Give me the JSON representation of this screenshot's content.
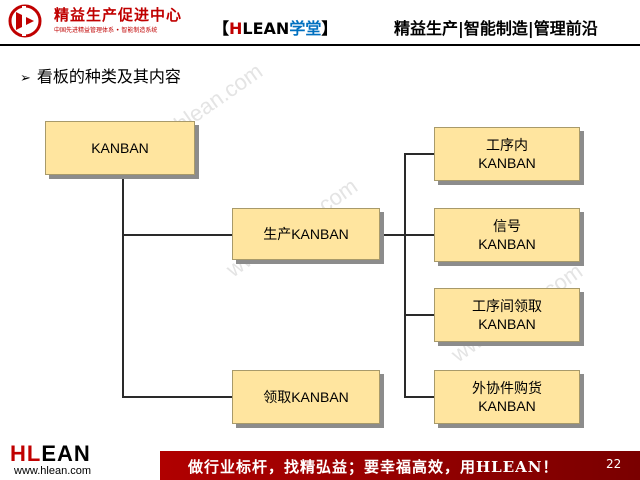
{
  "header": {
    "logo_title": "精益生产促进中心",
    "logo_subtitle": "中国先进精益管理体系 • 智能制造系统",
    "brand_open": "【",
    "brand_h": "H",
    "brand_lean": "LEAN",
    "brand_school": "学堂",
    "brand_close": "】",
    "slogan": "精益生产|智能制造|管理前沿"
  },
  "section": {
    "title": "看板的种类及其内容",
    "bullet": "➢"
  },
  "watermark": "www.hlean.com",
  "diagram": {
    "root": "KANBAN",
    "production": "生产KANBAN",
    "withdrawal": "领取KANBAN",
    "production_children": [
      {
        "line1": "工序内",
        "line2": "KANBAN"
      },
      {
        "line1": "信号",
        "line2": "KANBAN"
      }
    ],
    "withdrawal_children": [
      {
        "line1": "工序间领取",
        "line2": "KANBAN"
      },
      {
        "line1": "外协件购货",
        "line2": "KANBAN"
      }
    ]
  },
  "footer": {
    "logo_h": "HL",
    "logo_rest": "EAN",
    "url": "www.hlean.com",
    "slogan": "做行业标杆，找精弘益；要幸福高效，用HLEAN！",
    "page_number": "22"
  },
  "colors": {
    "box_fill": "#ffe59f",
    "accent_red": "#c00000",
    "accent_blue": "#0070c0"
  }
}
